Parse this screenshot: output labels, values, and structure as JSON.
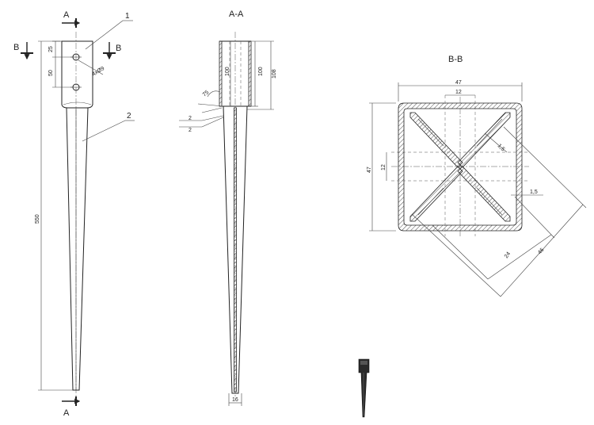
{
  "views": {
    "front": {
      "section_marker_a_top": "A",
      "section_marker_a_bottom": "A",
      "section_marker_b_left": "B",
      "section_marker_b_right": "B",
      "part_1": "1",
      "part_2": "2",
      "dim_25": "25",
      "dim_50": "50",
      "dim_550": "550",
      "dim_holes": "4xØ9"
    },
    "section_a": {
      "title": "A-A",
      "dim_100_left": "100",
      "dim_100_right": "100",
      "dim_108": "108",
      "dim_75": "75",
      "dim_2_top": "2",
      "dim_2_bottom": "2",
      "dim_16": "16"
    },
    "section_b": {
      "title": "B-B",
      "dim_47_top": "47",
      "dim_12_top": "12",
      "dim_47_left": "47",
      "dim_12_left": "12",
      "dim_1_5_inner": "1,5",
      "dim_1_5_outer": "1,5",
      "dim_24": "24",
      "dim_46": "46"
    }
  },
  "colors": {
    "line": "#222222",
    "background": "#ffffff",
    "product_thumbnail": "#2a2a2a"
  }
}
